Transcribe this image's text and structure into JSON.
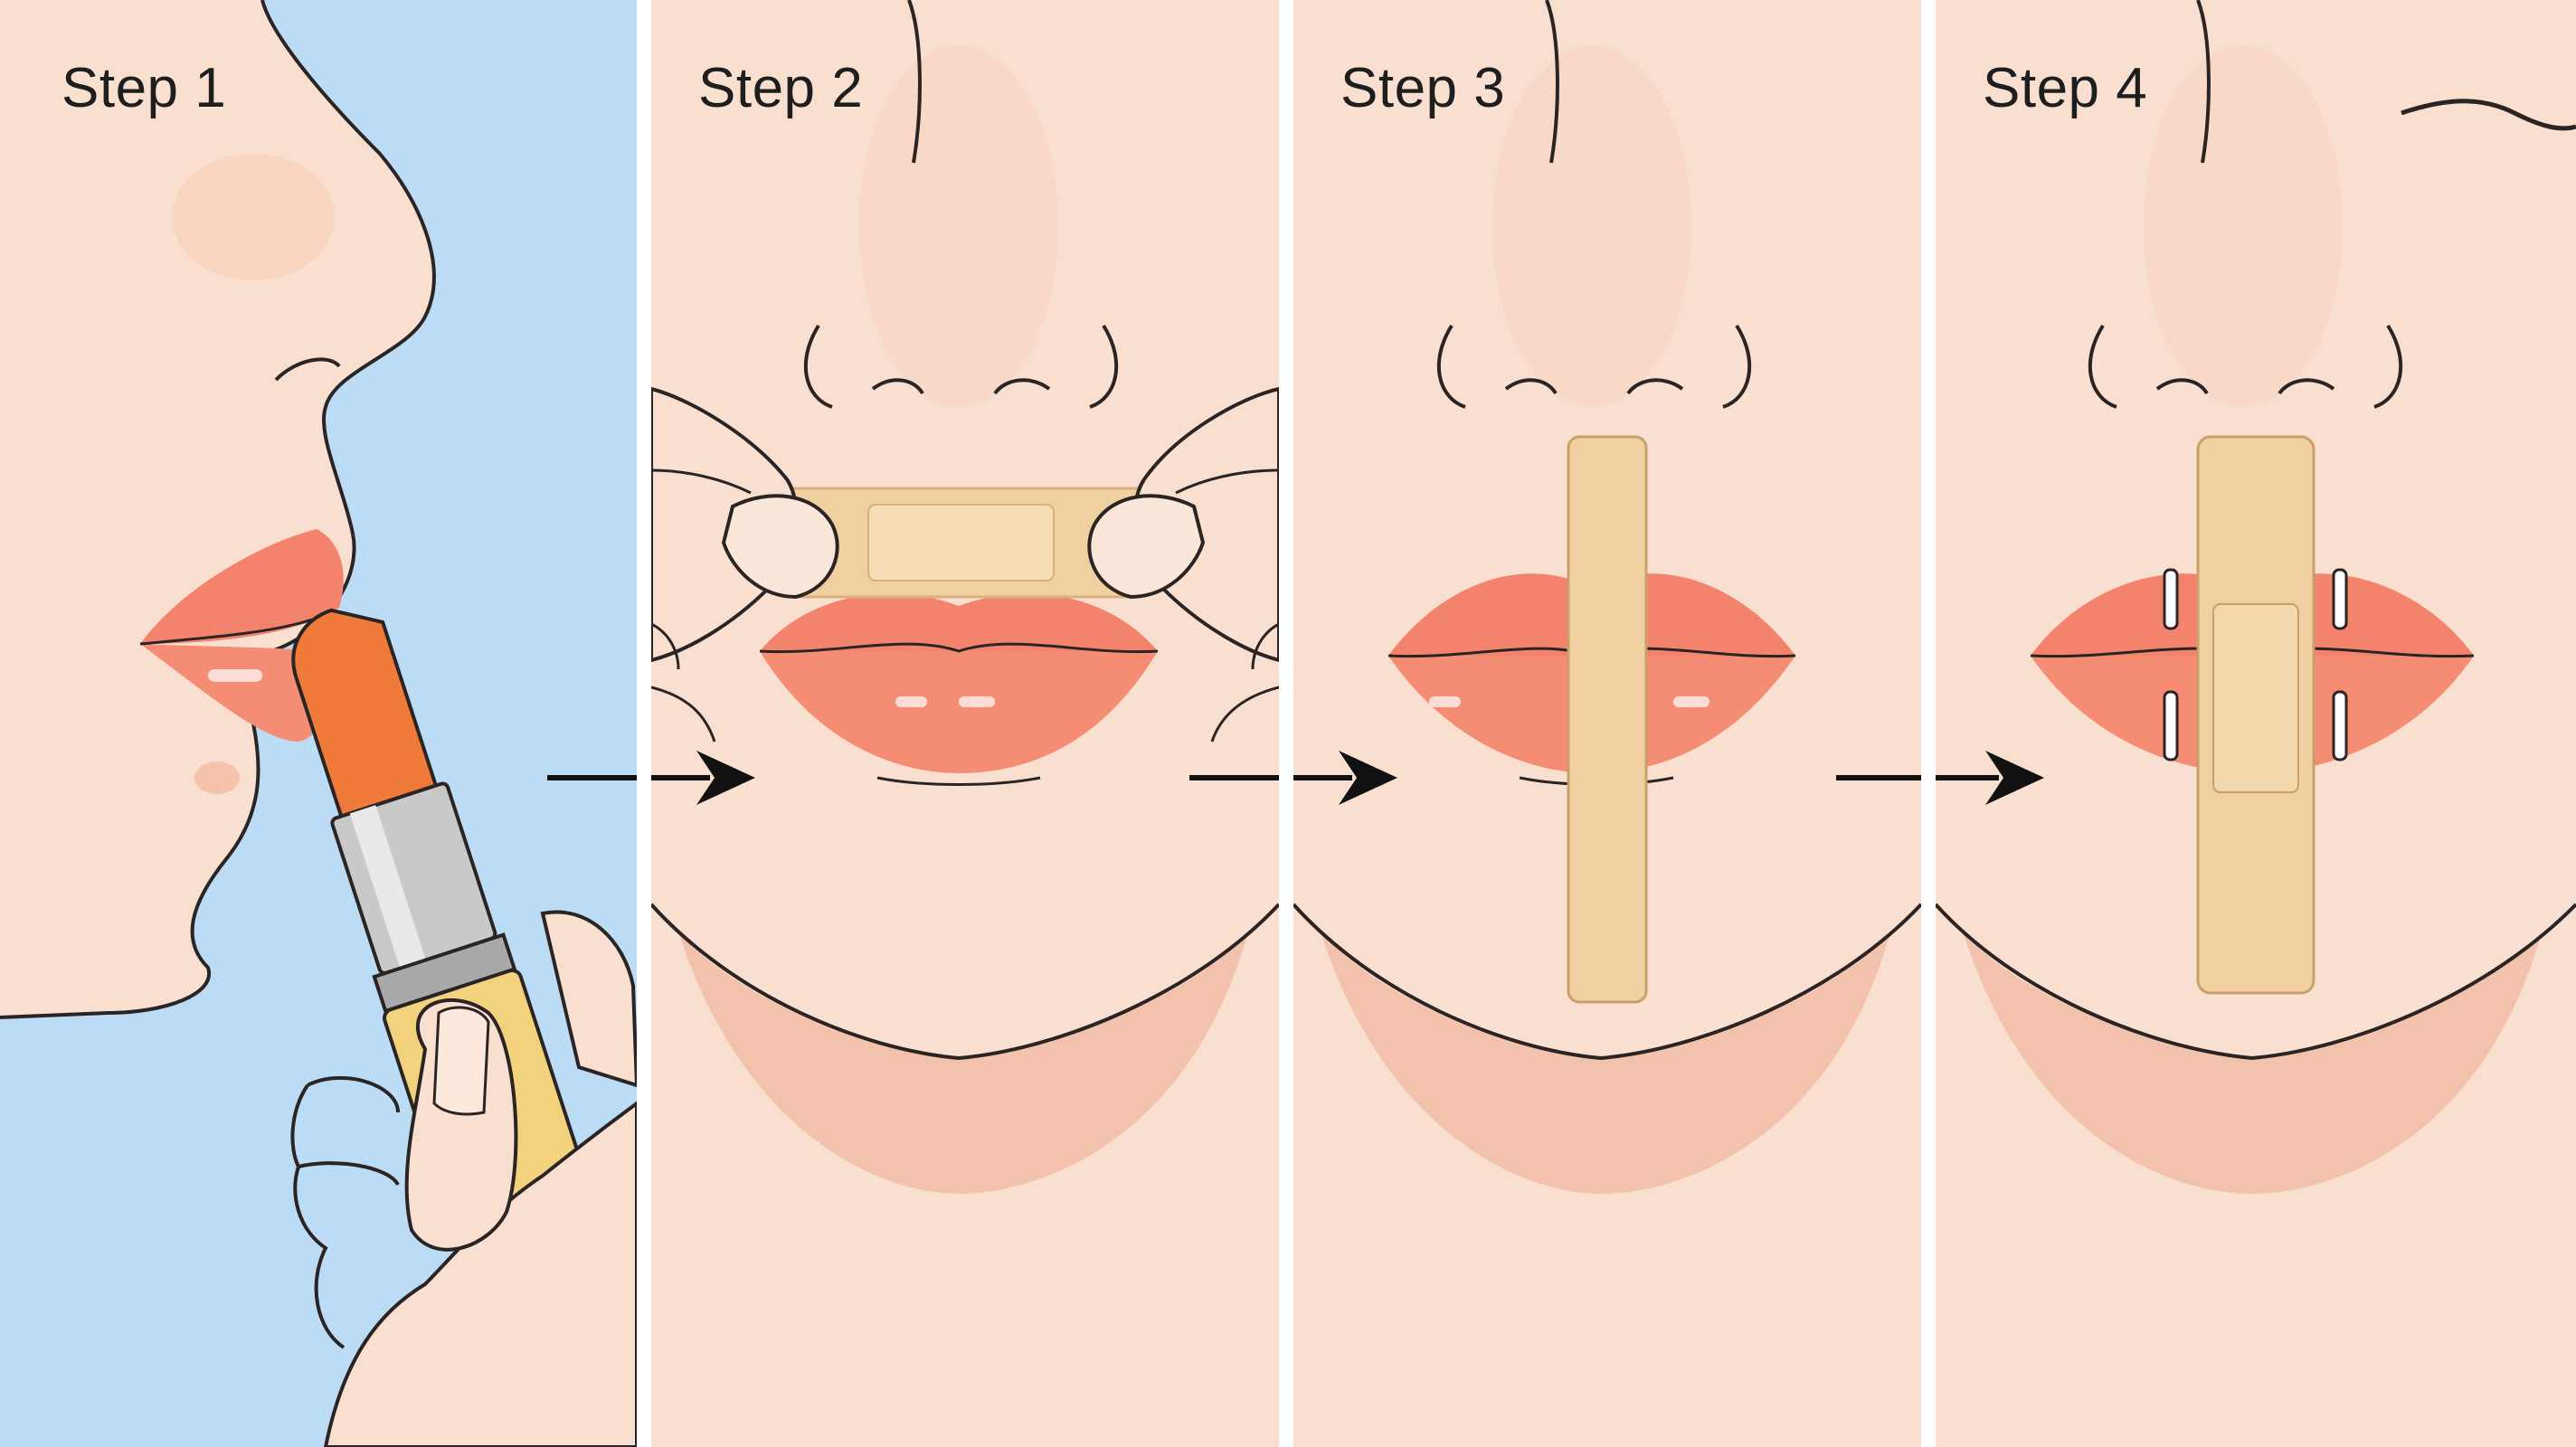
{
  "steps": [
    {
      "label": "Step 1"
    },
    {
      "label": "Step 2"
    },
    {
      "label": "Step 3"
    },
    {
      "label": "Step 4"
    }
  ],
  "colors": {
    "skin": "#f9dfcf",
    "skin_shadow": "#f3c1a6",
    "neck_shadow": "#f0b8a0",
    "background_blue": "#bcdcf5",
    "lips": "#f3836c",
    "lipstick": "#ef7a3a",
    "lipstick_case": "#f2d27c",
    "tape": "#f0cfa0",
    "outline": "#2a2424",
    "arrow": "#111111"
  },
  "icons": [
    "lipstick-icon",
    "hand-icon",
    "tape-strip-icon",
    "arrow-right-icon"
  ]
}
